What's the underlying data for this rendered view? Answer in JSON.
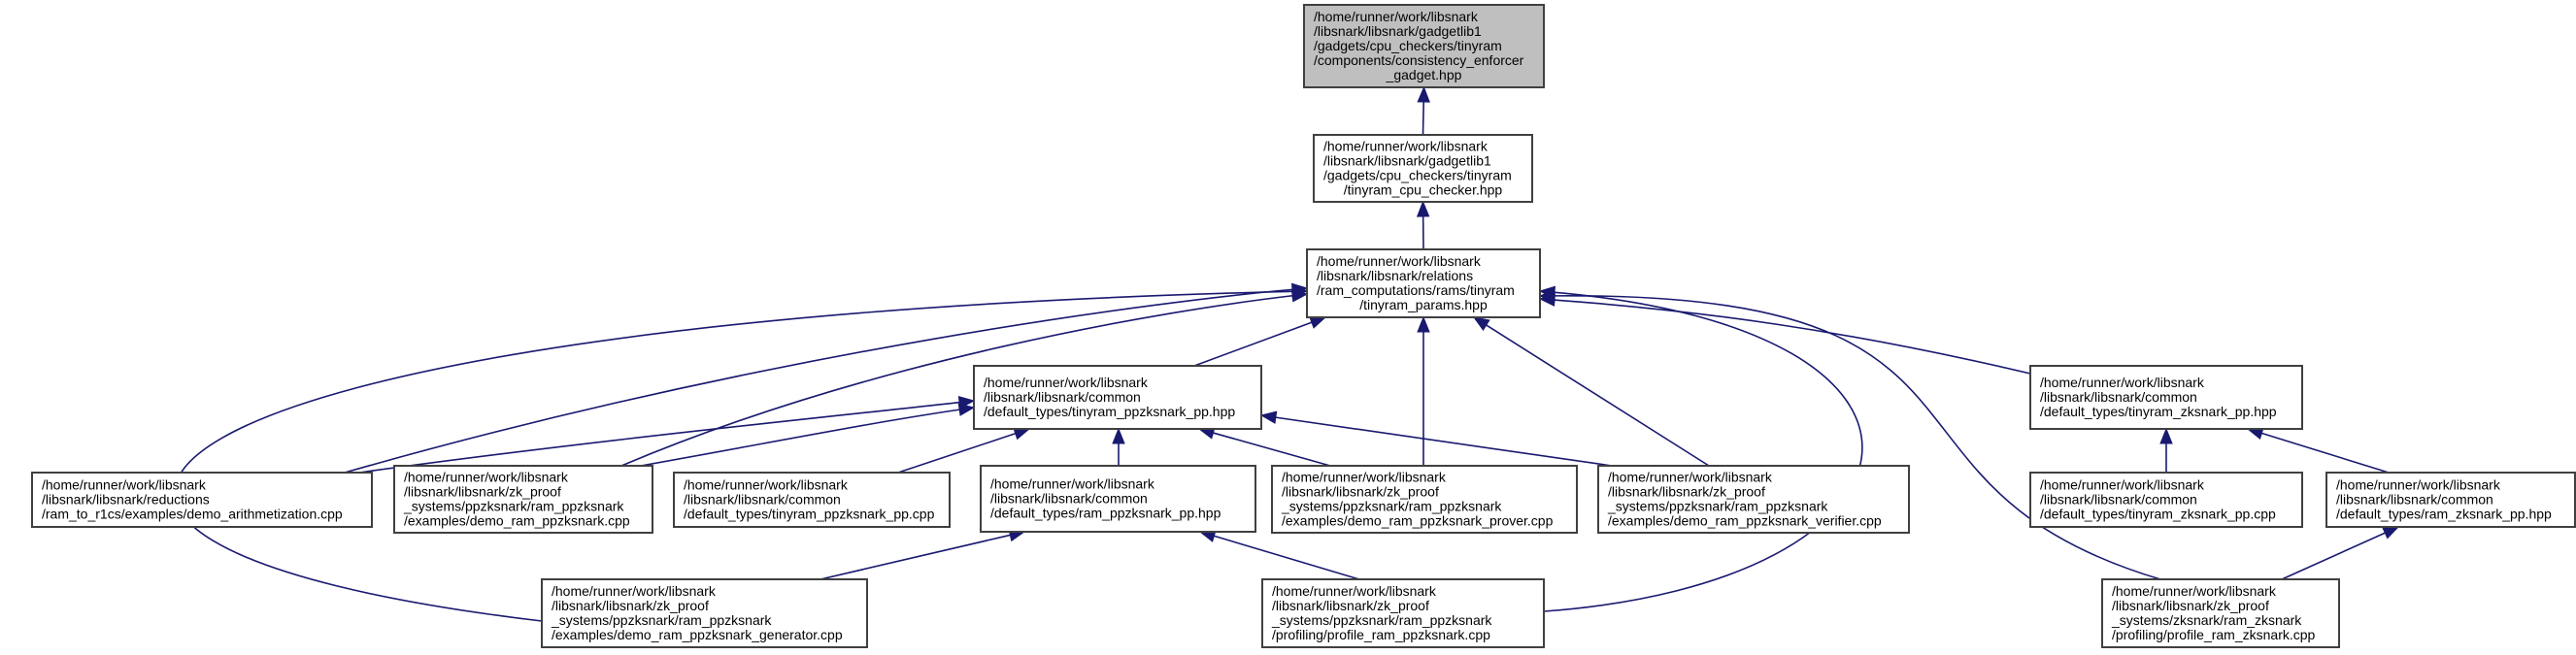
{
  "graph": {
    "edge_color": "#191970",
    "root_fill": "#bfbfbf",
    "node_fill": "#ffffff",
    "nodes": [
      {
        "id": "n0",
        "root": true,
        "lines": [
          "/home/runner/work/libsnark",
          "/libsnark/libsnark/gadgetlib1",
          "/gadgets/cpu_checkers/tinyram",
          "/components/consistency_enforcer",
          "_gadget.hpp"
        ]
      },
      {
        "id": "n1",
        "lines": [
          "/home/runner/work/libsnark",
          "/libsnark/libsnark/gadgetlib1",
          "/gadgets/cpu_checkers/tinyram",
          "/tinyram_cpu_checker.hpp"
        ]
      },
      {
        "id": "n2",
        "lines": [
          "/home/runner/work/libsnark",
          "/libsnark/libsnark/relations",
          "/ram_computations/rams/tinyram",
          "/tinyram_params.hpp"
        ]
      },
      {
        "id": "n3",
        "lines": [
          "/home/runner/work/libsnark",
          "/libsnark/libsnark/common",
          "/default_types/tinyram_ppzksnark_pp.hpp"
        ]
      },
      {
        "id": "n4",
        "lines": [
          "/home/runner/work/libsnark",
          "/libsnark/libsnark/common",
          "/default_types/tinyram_zksnark_pp.hpp"
        ]
      },
      {
        "id": "n5",
        "lines": [
          "/home/runner/work/libsnark",
          "/libsnark/libsnark/reductions",
          "/ram_to_r1cs/examples/demo_arithmetization.cpp"
        ]
      },
      {
        "id": "n6",
        "lines": [
          "/home/runner/work/libsnark",
          "/libsnark/libsnark/zk_proof",
          "_systems/ppzksnark/ram_ppzksnark",
          "/examples/demo_ram_ppzksnark.cpp"
        ]
      },
      {
        "id": "n7",
        "lines": [
          "/home/runner/work/libsnark",
          "/libsnark/libsnark/common",
          "/default_types/tinyram_ppzksnark_pp.cpp"
        ]
      },
      {
        "id": "n8",
        "lines": [
          "/home/runner/work/libsnark",
          "/libsnark/libsnark/common",
          "/default_types/ram_ppzksnark_pp.hpp"
        ]
      },
      {
        "id": "n9",
        "lines": [
          "/home/runner/work/libsnark",
          "/libsnark/libsnark/zk_proof",
          "_systems/ppzksnark/ram_ppzksnark",
          "/examples/demo_ram_ppzksnark_prover.cpp"
        ]
      },
      {
        "id": "n10",
        "lines": [
          "/home/runner/work/libsnark",
          "/libsnark/libsnark/zk_proof",
          "_systems/ppzksnark/ram_ppzksnark",
          "/examples/demo_ram_ppzksnark_verifier.cpp"
        ]
      },
      {
        "id": "n11",
        "lines": [
          "/home/runner/work/libsnark",
          "/libsnark/libsnark/common",
          "/default_types/tinyram_zksnark_pp.cpp"
        ]
      },
      {
        "id": "n12",
        "lines": [
          "/home/runner/work/libsnark",
          "/libsnark/libsnark/common",
          "/default_types/ram_zksnark_pp.hpp"
        ]
      },
      {
        "id": "n13",
        "lines": [
          "/home/runner/work/libsnark",
          "/libsnark/libsnark/zk_proof",
          "_systems/ppzksnark/ram_ppzksnark",
          "/examples/demo_ram_ppzksnark_generator.cpp"
        ]
      },
      {
        "id": "n14",
        "lines": [
          "/home/runner/work/libsnark",
          "/libsnark/libsnark/zk_proof",
          "_systems/ppzksnark/ram_ppzksnark",
          "/profiling/profile_ram_ppzksnark.cpp"
        ]
      },
      {
        "id": "n15",
        "lines": [
          "/home/runner/work/libsnark",
          "/libsnark/libsnark/zk_proof",
          "_systems/zksnark/ram_zksnark",
          "/profiling/profile_ram_zksnark.cpp"
        ]
      }
    ],
    "edges": [
      [
        "n1",
        "n0"
      ],
      [
        "n2",
        "n1"
      ],
      [
        "n3",
        "n2"
      ],
      [
        "n4",
        "n2"
      ],
      [
        "n5",
        "n2"
      ],
      [
        "n6",
        "n2"
      ],
      [
        "n13",
        "n2"
      ],
      [
        "n9",
        "n2"
      ],
      [
        "n10",
        "n2"
      ],
      [
        "n14",
        "n2"
      ],
      [
        "n15",
        "n2"
      ],
      [
        "n5",
        "n3"
      ],
      [
        "n6",
        "n3"
      ],
      [
        "n7",
        "n3"
      ],
      [
        "n8",
        "n3"
      ],
      [
        "n9",
        "n3"
      ],
      [
        "n10",
        "n3"
      ],
      [
        "n13",
        "n8"
      ],
      [
        "n14",
        "n8"
      ],
      [
        "n11",
        "n4"
      ],
      [
        "n12",
        "n4"
      ],
      [
        "n15",
        "n12"
      ]
    ]
  }
}
